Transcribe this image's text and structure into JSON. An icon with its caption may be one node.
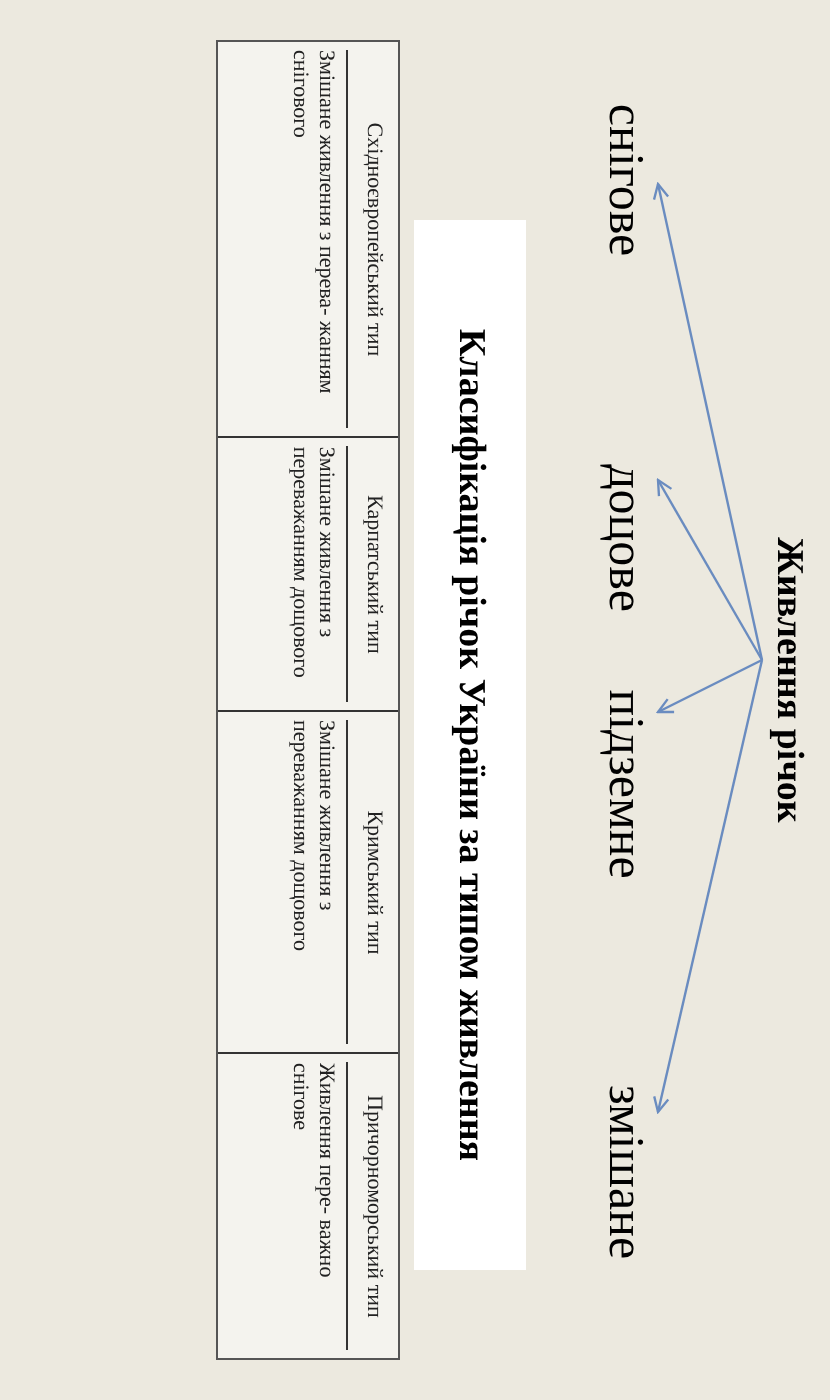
{
  "diagram": {
    "title": "Класифікація річок України за типом живлення",
    "nodes": [
      {
        "text": [
          "Живлення річок"
        ]
      },
      {
        "text": [
          "снігове"
        ]
      },
      {
        "text": [
          "доцове"
        ]
      },
      {
        "text": [
          "підземне"
        ]
      },
      {
        "text": [
          "змішане"
        ]
      }
    ],
    "edges": [
      {
        "from": 0,
        "to": 1,
        "arrow": "to"
      },
      {
        "from": 0,
        "to": 2,
        "arrow": "to"
      },
      {
        "from": 0,
        "to": 3,
        "arrow": "to"
      },
      {
        "from": 0,
        "to": 4,
        "arrow": "to"
      }
    ],
    "labels": [
      "Східноєвропейський тип",
      "Карпатський тип",
      "Кримський тип",
      "Причорноморський тип",
      "Змішане живлення з перева- жанням снігового",
      "Змішане живлення з переважанням дощового",
      "Змішане живлення з переважанням дощового",
      "Живлення пере- важно снігове"
    ]
  }
}
